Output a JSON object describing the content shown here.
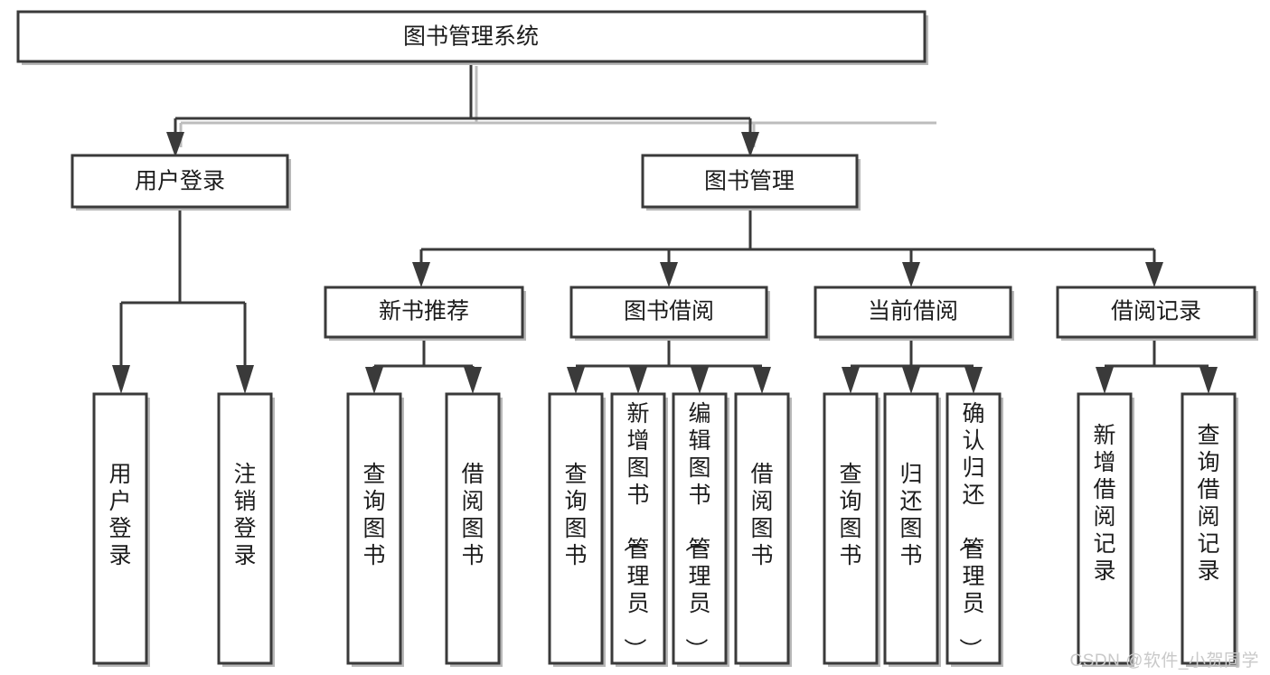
{
  "diagram": {
    "type": "hierarchy-tree",
    "title": "图书管理系统",
    "watermark": "CSDN @软件_小贺同学",
    "colors": {
      "box_stroke": "#3a3a3a",
      "box_fill": "#ffffff",
      "edge": "#3a3a3a",
      "shadow": "#bdbdbd",
      "text": "#1c1c1c",
      "watermark": "#c9c9c9"
    },
    "nodes": {
      "root": {
        "label": "图书管理系统",
        "orientation": "horizontal"
      },
      "level2": [
        {
          "id": "user-login",
          "label": "用户登录",
          "orientation": "horizontal"
        },
        {
          "id": "book-manage",
          "label": "图书管理",
          "orientation": "horizontal"
        }
      ],
      "level3": [
        {
          "id": "new-book-recommend",
          "label": "新书推荐",
          "orientation": "horizontal"
        },
        {
          "id": "book-borrow",
          "label": "图书借阅",
          "orientation": "horizontal"
        },
        {
          "id": "current-borrow",
          "label": "当前借阅",
          "orientation": "horizontal"
        },
        {
          "id": "borrow-record",
          "label": "借阅记录",
          "orientation": "horizontal"
        }
      ],
      "leaves": [
        {
          "id": "leaf-user-login",
          "parent": "user-login",
          "label": "用户登录",
          "orientation": "vertical"
        },
        {
          "id": "leaf-logout",
          "parent": "user-login",
          "label": "注销登录",
          "orientation": "vertical"
        },
        {
          "id": "leaf-query-book-1",
          "parent": "new-book-recommend",
          "label": "查询图书",
          "orientation": "vertical"
        },
        {
          "id": "leaf-borrow-book-1",
          "parent": "new-book-recommend",
          "label": "借阅图书",
          "orientation": "vertical"
        },
        {
          "id": "leaf-query-book-2",
          "parent": "book-borrow",
          "label": "查询图书",
          "orientation": "vertical"
        },
        {
          "id": "leaf-add-book",
          "parent": "book-borrow",
          "label": "新增图书（管理员）",
          "orientation": "vertical"
        },
        {
          "id": "leaf-edit-book",
          "parent": "book-borrow",
          "label": "编辑图书（管理员）",
          "orientation": "vertical"
        },
        {
          "id": "leaf-borrow-book-2",
          "parent": "book-borrow",
          "label": "借阅图书",
          "orientation": "vertical"
        },
        {
          "id": "leaf-query-book-3",
          "parent": "current-borrow",
          "label": "查询图书",
          "orientation": "vertical"
        },
        {
          "id": "leaf-return-book",
          "parent": "current-borrow",
          "label": "归还图书",
          "orientation": "vertical"
        },
        {
          "id": "leaf-confirm-return",
          "parent": "current-borrow",
          "label": "确认归还（管理员）",
          "orientation": "vertical"
        },
        {
          "id": "leaf-add-record",
          "parent": "borrow-record",
          "label": "新增借阅记录",
          "orientation": "vertical"
        },
        {
          "id": "leaf-query-record",
          "parent": "borrow-record",
          "label": "查询借阅记录",
          "orientation": "vertical"
        }
      ]
    }
  }
}
